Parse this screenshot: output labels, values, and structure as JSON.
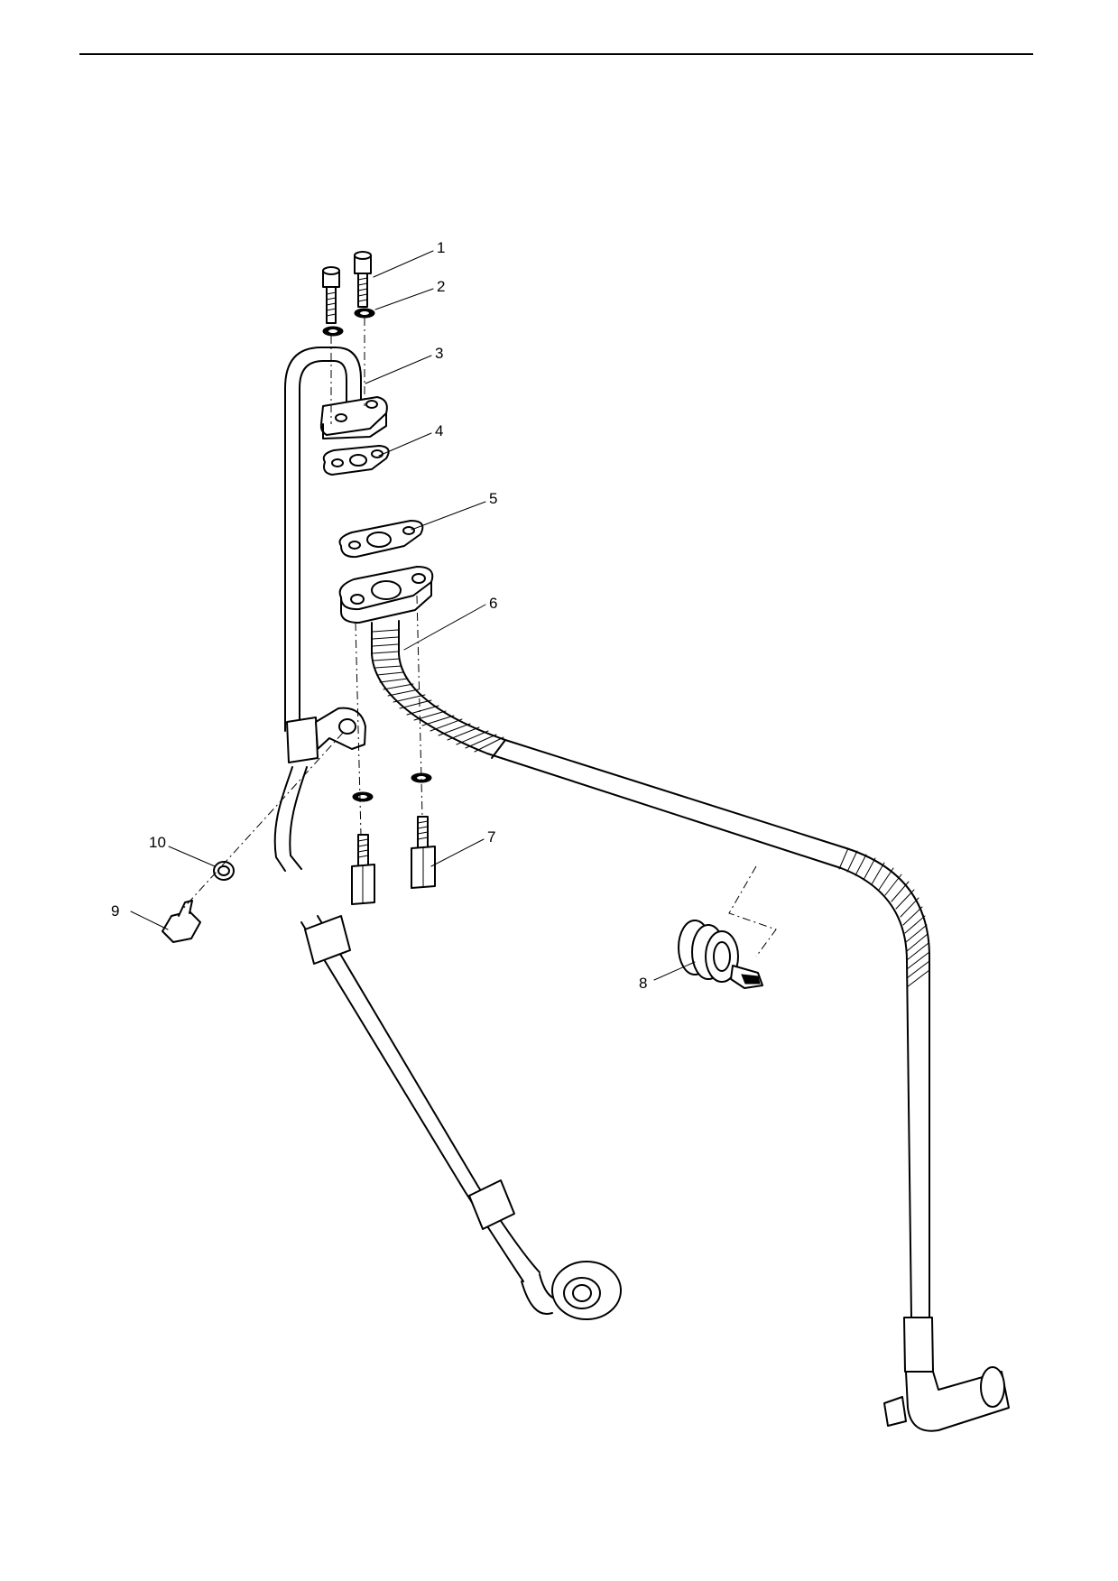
{
  "callouts": [
    {
      "id": "1",
      "label": "1",
      "part": "cap-screw"
    },
    {
      "id": "2",
      "label": "2",
      "part": "sealing-washer"
    },
    {
      "id": "3",
      "label": "3",
      "part": "oil-feed-pipe-flange"
    },
    {
      "id": "4",
      "label": "4",
      "part": "gasket"
    },
    {
      "id": "5",
      "label": "5",
      "part": "gasket"
    },
    {
      "id": "6",
      "label": "6",
      "part": "oil-return-pipe"
    },
    {
      "id": "7",
      "label": "7",
      "part": "stud"
    },
    {
      "id": "8",
      "label": "8",
      "part": "clip"
    },
    {
      "id": "9",
      "label": "9",
      "part": "bolt"
    },
    {
      "id": "10",
      "label": "10",
      "part": "washer"
    }
  ]
}
